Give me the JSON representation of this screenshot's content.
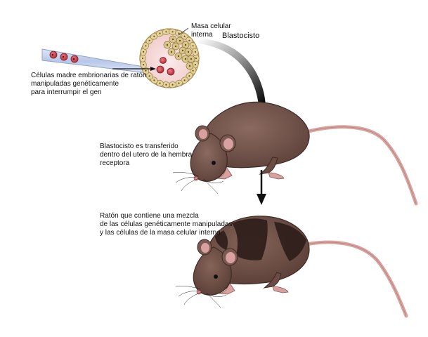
{
  "labels": {
    "inner_cell_mass": "Masa celular\ninterna",
    "blastocyst": "Blastocisto",
    "stem_cells": "Células madre embrionarias de ratón\nmanipuladas genéticamente\npara interrumpir el gen",
    "transfer": "Blastocisto es transferido\ndentro del utero de la hembra\nreceptora",
    "chimera": "Ratón que contiene una mezcla\nde las células genéticamente manipuladas\ny las células de la masa celular interna"
  },
  "colors": {
    "mouse_body": "#7a5a50",
    "mouse_ear": "#d9a0a0",
    "tail": "#d9a4a0",
    "patch": "#3a2622",
    "blastocyst_fill": "#f6d9d9",
    "inner_mass": "#d8c68a",
    "stem_cell": "#c8404c",
    "pipette": "#b8c8e8"
  }
}
